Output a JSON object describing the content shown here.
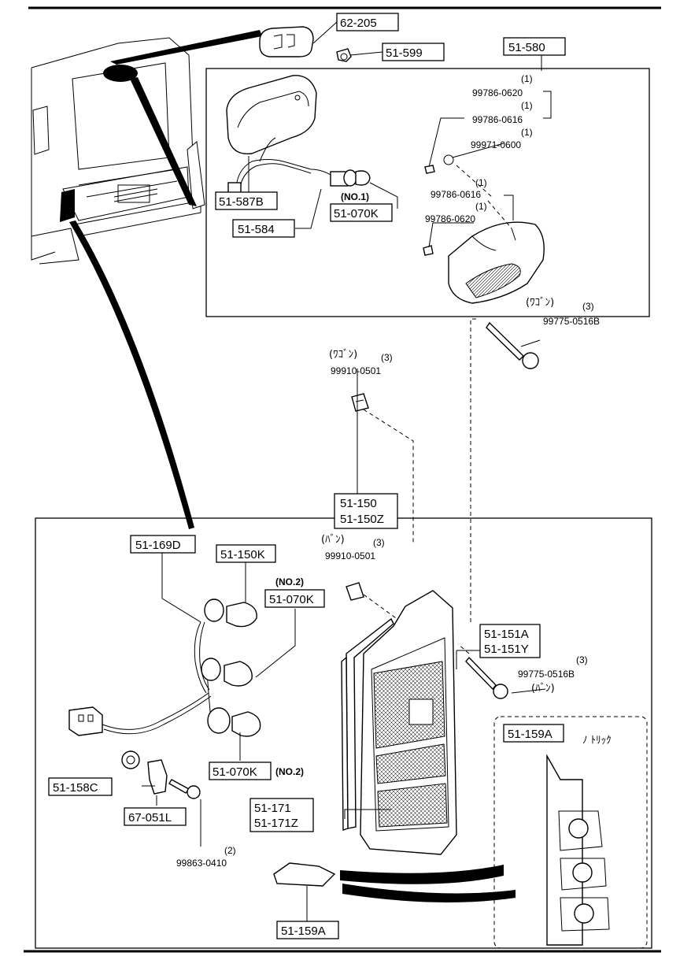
{
  "callouts": {
    "c62205": "62-205",
    "c51599": "51-599",
    "c51580": "51-580",
    "c51587B": "51-587B",
    "c51584": "51-584",
    "c51070K_top": "51-070K",
    "c51150": "51-150",
    "c51150Z": "51-150Z",
    "c51169D": "51-169D",
    "c51150K": "51-150K",
    "c51070K_mid": "51-070K",
    "c51070K_bot": "51-070K",
    "c51151A": "51-151A",
    "c51151Y": "51-151Y",
    "c51158C": "51-158C",
    "c67051L": "67-051L",
    "c51171": "51-171",
    "c51171Z": "51-171Z",
    "c51159A_bot": "51-159A",
    "c51159A_inset": "51-159A"
  },
  "notes": {
    "no1": "(NO.1)",
    "no2_top": "(NO.2)",
    "no2_bot": "(NO.2)",
    "wagon1": "(ﾜｺﾞﾝ)",
    "wagon2": "(ﾜｺﾞﾝ)",
    "van1": "(ﾊﾞﾝ)",
    "van2": "(ﾊﾞﾝ)",
    "truck": "ﾉ  ﾄﾘｯｸ"
  },
  "part_numbers": {
    "p1": "(1)",
    "p1_num": "99786-0620",
    "p2": "(1)",
    "p2_num": "99786-0616",
    "p3": "(1)",
    "p3_num": "99971-0600",
    "p4": "(1)",
    "p4_num": "99786-0616",
    "p5": "(1)",
    "p5_num": "99786-0620",
    "w_clip_qty": "(3)",
    "w_clip_num": "99910-0501",
    "w_screw_qty": "(3)",
    "w_screw_num": "99775-0516B",
    "v_clip_qty": "(3)",
    "v_clip_num": "99910-0501",
    "v_screw_qty": "(3)",
    "v_screw_num": "99775-0516B",
    "screw_qty": "(2)",
    "screw_num": "99863-0410"
  }
}
